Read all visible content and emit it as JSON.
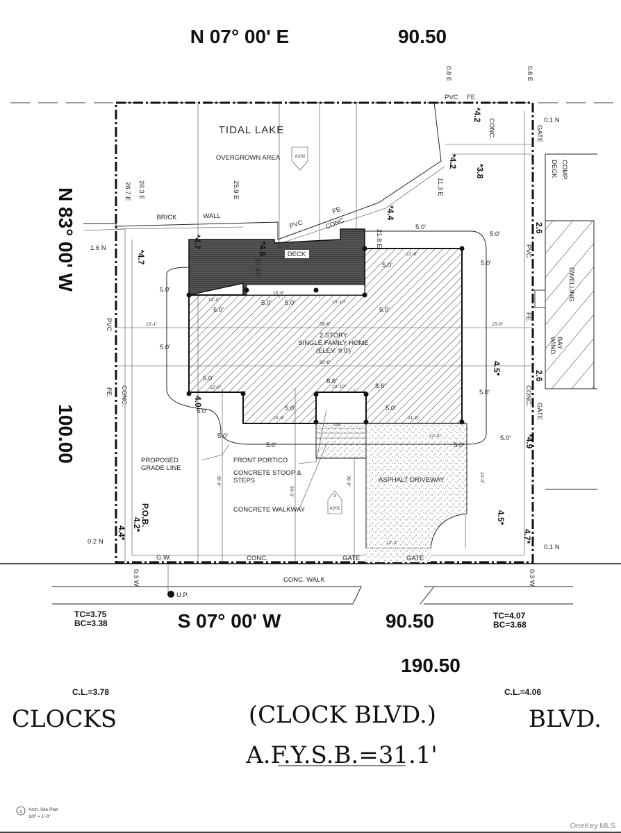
{
  "bearings": {
    "top": "N 07° 00' E",
    "top_dist": "90.50",
    "left": "N 83° 00' W",
    "left_dist": "100.00",
    "bottom": "S 07° 00' W",
    "bottom_dist": "90.50",
    "total": "190.50"
  },
  "areas": {
    "tidal_lake": "TIDAL   LAKE",
    "overgrown": "OVERGROWN AREA",
    "brick": "BRICK",
    "wall": "WALL",
    "deck": "DECK",
    "house_1": "2 STORY",
    "house_2": "SINGLE FAMILY HOME",
    "house_3": "(ELEV. 9.0')",
    "neighbor_deck_1": "COMP.",
    "neighbor_deck_2": "DECK",
    "dwelling": "DWELLING",
    "bay_1": "BAY",
    "bay_2": "WIND."
  },
  "callouts": {
    "grade_1": "PROPOSED",
    "grade_2": "GRADE LINE",
    "portico": "FRONT PORTICO",
    "stoop_1": "CONCRETE STOOP &",
    "stoop_2": "STEPS",
    "walkway": "CONCRETE WALKWAY",
    "driveway": "ASPHALT DRIVEWAY",
    "section_a202": "A202",
    "section_a201": "A201",
    "section_num": "3",
    "dn": "DN"
  },
  "materials": {
    "pvc": "PVC",
    "fe": "FE.",
    "conc": "CONC.",
    "gate": "GATE",
    "gw": "G.W.",
    "conc_walk": "CONC. WALK",
    "up": "U.P.",
    "pob": "P.O.B."
  },
  "offsets": {
    "e08": "0.8 E",
    "e06": "0.6 E",
    "n01": "0.1 N",
    "e267": "26.7 E",
    "e283": "28.3 E",
    "e259": "25.9 E",
    "e113": "11.3 E",
    "n16": "1.6 N",
    "e253": "25.3 E",
    "e218": "21.8 E",
    "n02": "0.2 N",
    "w03": "0.3 W"
  },
  "elevations": {
    "e42a": "*4.2",
    "e42b": "*4.2",
    "e38": "*3.8",
    "e44": "*4.4",
    "e46": "*4.6",
    "e47a": "*4.7",
    "e47b": "*4.7",
    "e45a": "4.5*",
    "e45b": "4.5*",
    "e49": "*4.9",
    "e47c": "4.7*",
    "e44b": "4.4*",
    "e42c": "4.2*",
    "e26": "2.6",
    "e40": "4.0",
    "e86": "8.6'"
  },
  "dims": {
    "d50": "5.0'",
    "d216": "21'-6\"",
    "d120": "12'-0\"",
    "d156": "15'-6\"",
    "d1010": "10'-10\"",
    "d151": "15'-1\"",
    "d599": "59'-9\"",
    "d158": "15'-8\"",
    "d905": "90'-6\"",
    "d220": "22'-0\"",
    "d240": "24'-0\"",
    "d383": "38'-3\"",
    "d369": "36'-9\"",
    "d303": "30'-3\""
  },
  "curbs": {
    "left_tc": "TC=3.75",
    "left_bc": "BC=3.38",
    "right_tc": "TC=4.07",
    "right_bc": "BC=3.68",
    "left_cl": "C.L.=3.78",
    "right_cl": "C.L.=4.06"
  },
  "street": {
    "left": "CLOCKS",
    "middle": "(CLOCK   BLVD.)",
    "right": "BLVD."
  },
  "afysb": "A.F.Y.S.B.=31.1'",
  "drawing_note": {
    "number": "1",
    "title": "Arch. Site Plan",
    "scale": "1/8\" = 1'-0\""
  },
  "watermark": "OneKey MLS"
}
